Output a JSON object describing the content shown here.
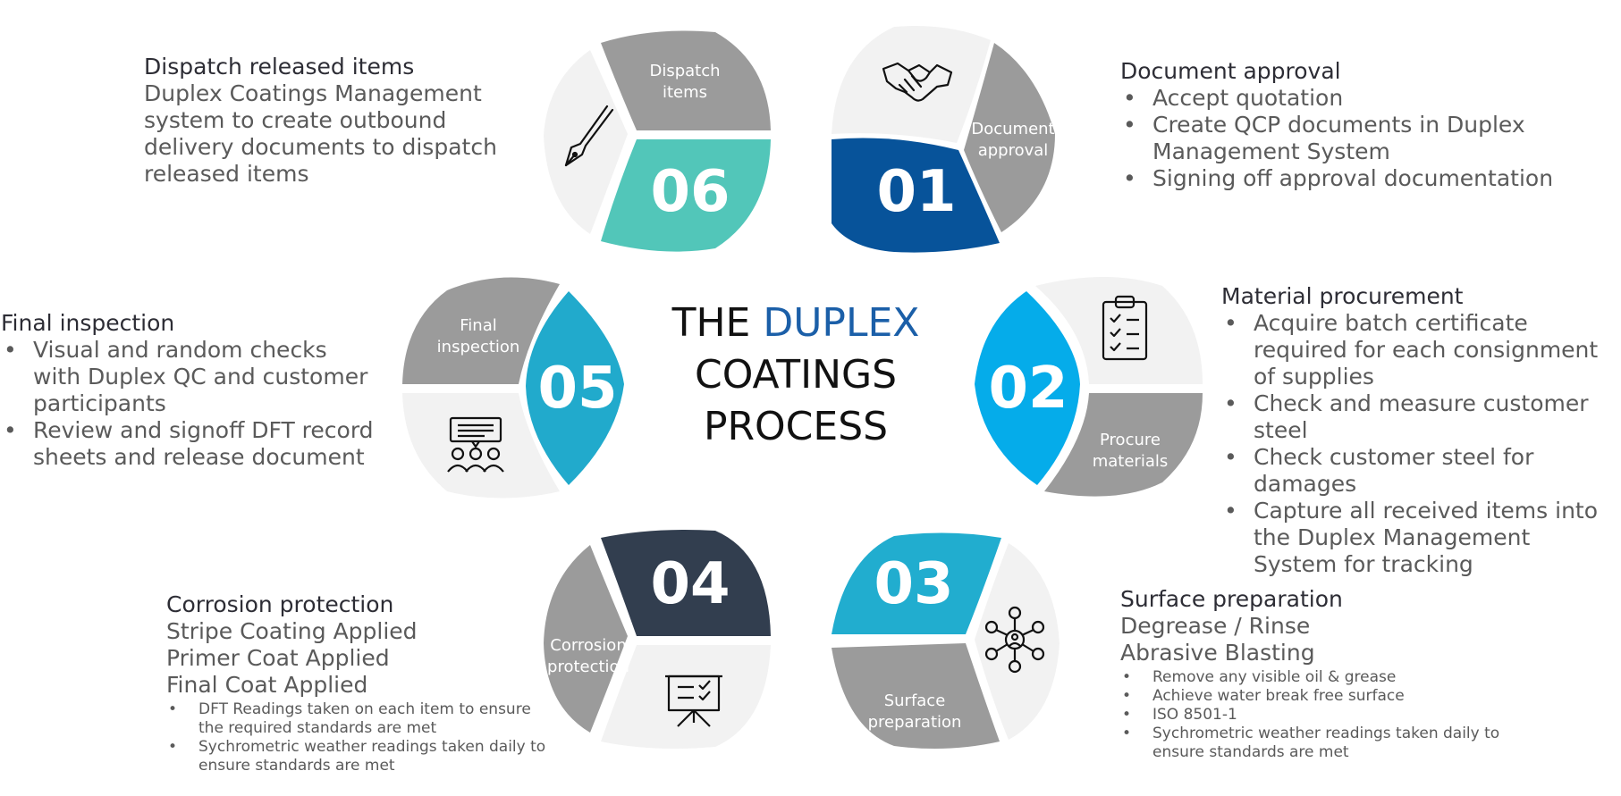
{
  "title": {
    "part1": "THE ",
    "accent": "DUPLEX",
    "line2": "COATINGS",
    "line3": "PROCESS"
  },
  "colors": {
    "step01": "#07539a",
    "step02": "#05acea",
    "step03": "#21adcf",
    "step04": "#323e4f",
    "step05": "#21aacc",
    "step06": "#52c6b9",
    "label_grey": "#9b9b9b",
    "icon_bg": "#f2f2f2"
  },
  "steps": [
    {
      "num": "01",
      "label": [
        "Document",
        "approval"
      ],
      "icon": "handshake-icon"
    },
    {
      "num": "02",
      "label": [
        "Procure",
        "materials"
      ],
      "icon": "clipboard-checklist-icon"
    },
    {
      "num": "03",
      "label": [
        "Surface",
        "preparation"
      ],
      "icon": "network-icon"
    },
    {
      "num": "04",
      "label": [
        "Corrosion",
        "protection"
      ],
      "icon": "presentation-board-icon"
    },
    {
      "num": "05",
      "label": [
        "Final",
        "inspection"
      ],
      "icon": "meeting-group-icon"
    },
    {
      "num": "06",
      "label": [
        "Dispatch",
        "items"
      ],
      "icon": "fountain-pen-icon"
    }
  ],
  "descriptions": {
    "doc": {
      "heading": "Document approval",
      "bullets": [
        "Accept quotation",
        "Create QCP documents in Duplex Management System",
        "Signing off approval documentation"
      ]
    },
    "mat": {
      "heading": "Material procurement",
      "bullets": [
        "Acquire batch certificate required for each consignment of supplies",
        "Check and measure customer steel",
        "Check customer steel for damages",
        "Capture all received items into the Duplex Management System for tracking"
      ]
    },
    "surf": {
      "heading": "Surface preparation",
      "lines": [
        "Degrease / Rinse",
        "Abrasive Blasting"
      ],
      "bullets": [
        "Remove any visible oil & grease",
        "Achieve water break free surface",
        "ISO 8501-1",
        "Sychrometric weather readings taken daily to ensure standards are met"
      ]
    },
    "corr": {
      "heading": "Corrosion protection",
      "lines": [
        "Stripe Coating Applied",
        "Primer Coat Applied",
        "Final Coat Applied"
      ],
      "bullets": [
        "DFT Readings taken on each item to ensure the required standards are met",
        "Sychrometric weather readings taken daily to ensure standards are met"
      ]
    },
    "fin": {
      "heading": "Final inspection",
      "bullets": [
        "Visual and random checks with Duplex QC and customer participants",
        "Review and signoff DFT record sheets and release document"
      ]
    },
    "disp": {
      "heading": "Dispatch released items",
      "text": "Duplex Coatings Management system to create outbound delivery documents to dispatch released items"
    }
  }
}
